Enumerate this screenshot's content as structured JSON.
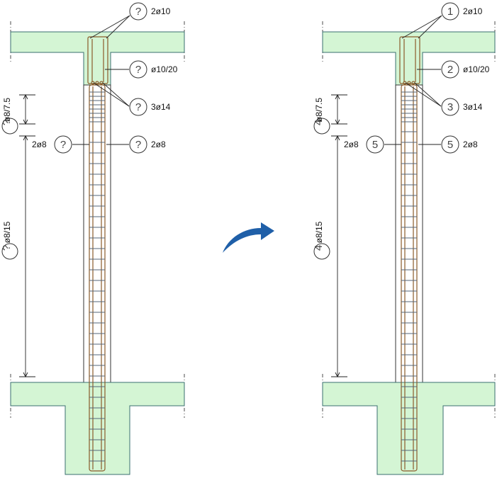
{
  "left": {
    "top_bars": {
      "tag": "?",
      "label": "2ø10"
    },
    "stirrup_top": {
      "tag": "?",
      "label": "ø10/20"
    },
    "bottom_bars": {
      "tag": "?",
      "label": "3ø14"
    },
    "stirrup_dense": {
      "tag": "?",
      "label": "ø8/7.5"
    },
    "side_bar_left": {
      "tag": "?",
      "label": "2ø8"
    },
    "side_bar_right": {
      "tag": "?",
      "label": "2ø8"
    },
    "stirrup_main": {
      "tag": "?",
      "label": "ø8/15"
    }
  },
  "right": {
    "top_bars": {
      "tag": "1",
      "label": "2ø10"
    },
    "stirrup_top": {
      "tag": "2",
      "label": "ø10/20"
    },
    "bottom_bars": {
      "tag": "3",
      "label": "3ø14"
    },
    "stirrup_dense": {
      "tag": "4",
      "label": "ø8/7.5"
    },
    "side_bar_left": {
      "tag": "5",
      "label": "2ø8"
    },
    "side_bar_right": {
      "tag": "5",
      "label": "2ø8"
    },
    "stirrup_main": {
      "tag": "4",
      "label": "ø8/15"
    }
  },
  "colors": {
    "concrete": "#d4f5d4",
    "rebar": "#8a5a2a",
    "arrow": "#1f5fa8"
  }
}
